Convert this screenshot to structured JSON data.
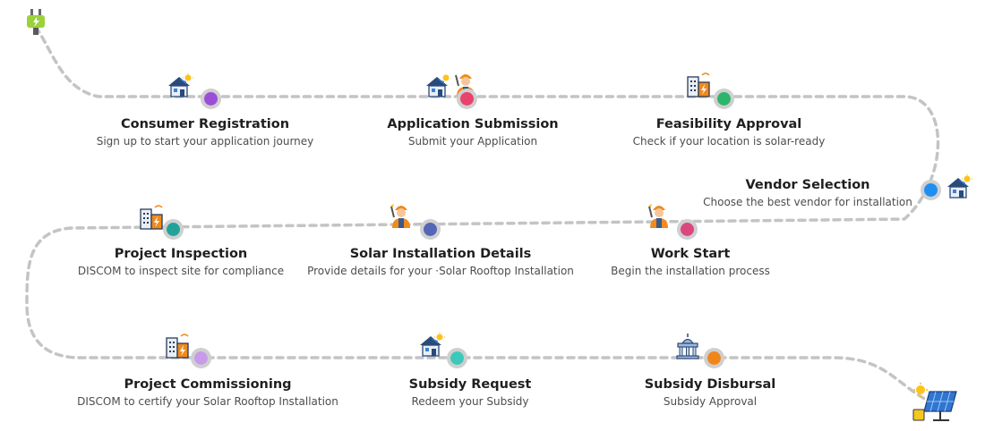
{
  "steps": [
    {
      "title": "Consumer Registration",
      "desc": "Sign up to start your application journey",
      "color": "#9b4fd6",
      "icon": "solar-house-icon"
    },
    {
      "title": "Application Submission",
      "desc": "Submit your Application",
      "color": "#e8426d",
      "icon": "solar-house-and-technician-icon"
    },
    {
      "title": "Feasibility Approval",
      "desc": "Check if your location is solar-ready",
      "color": "#2fb56b",
      "icon": "discom-building-icon"
    },
    {
      "title": "Vendor Selection",
      "desc": "Choose the best vendor for installation",
      "color": "#1e8ff0",
      "icon": "solar-house-icon"
    },
    {
      "title": "Work Start",
      "desc": "Begin the installation process",
      "color": "#d9487f",
      "icon": "technician-icon"
    },
    {
      "title": "Solar Installation Details",
      "desc": "Provide details for your ·Solar Rooftop Installation",
      "color": "#5565b8",
      "icon": "technician-icon"
    },
    {
      "title": "Project Inspection",
      "desc": "DISCOM to inspect site for compliance",
      "color": "#21a39a",
      "icon": "discom-building-icon"
    },
    {
      "title": "Project Commissioning",
      "desc": "DISCOM to certify your Solar Rooftop Installation",
      "color": "#c89be8",
      "icon": "discom-building-icon"
    },
    {
      "title": "Subsidy Request",
      "desc": "Redeem your Subsidy",
      "color": "#3cc9b9",
      "icon": "solar-house-icon"
    },
    {
      "title": "Subsidy Disbursal",
      "desc": "Subsidy Approval",
      "color": "#f0861a",
      "icon": "government-building-icon"
    }
  ],
  "start_icon": "plug-icon",
  "end_icon": "solar-panel-icon",
  "path_color": "#c4c4c4"
}
